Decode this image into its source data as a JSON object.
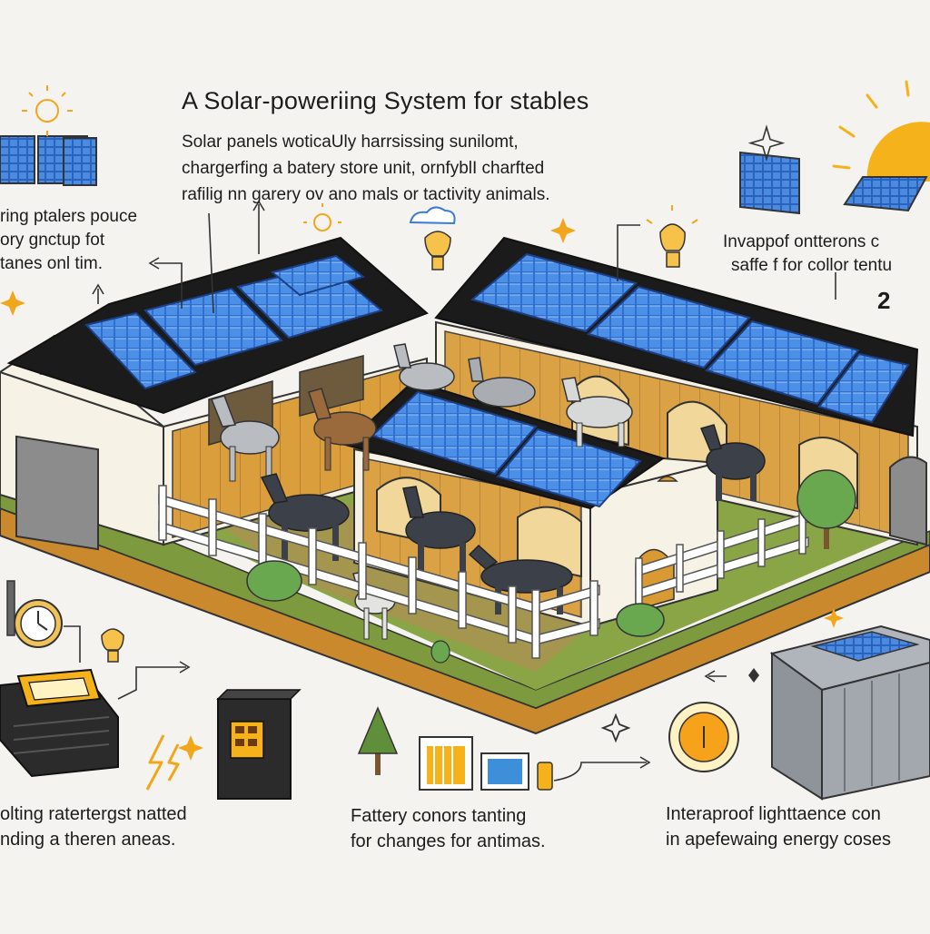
{
  "title": "A Solar-poweriing System for stables",
  "intro": [
    "Solar panels woticaUly harrsissing sunilomt,",
    "chargerfing a batery store unit, ornfyblI charfted",
    "rafilig nn garery ov ano mals or tactivity animals."
  ],
  "left_callout": [
    "ring ptalers pouce",
    "ory gnctup fot",
    "tanes onl tim."
  ],
  "right_callout": [
    "Invappof ontterons c",
    "saffe f for collor tentu"
  ],
  "right_number": "2",
  "bottom_left": [
    "olting ratertergst natted",
    "nding a theren aneas."
  ],
  "bottom_center": [
    "Fattery conors tanting",
    "for changes for antimas."
  ],
  "bottom_right": [
    "Interaproof lighttaence con",
    "in apefewaing energy coses"
  ],
  "battery_label": "",
  "colors": {
    "background": "#f4f3ef",
    "panel": "#2f6fd0",
    "panel_dark": "#1c3f86",
    "roof": "#1b1b1b",
    "wall": "#f7f2e6",
    "wood": "#d99a34",
    "grass": "#7e9a3e",
    "ground": "#c9892c",
    "sun": "#f6b21a",
    "horse_grey": "#8b8e92",
    "horse_brown": "#9a6a3c",
    "horse_dark": "#3c4048"
  }
}
